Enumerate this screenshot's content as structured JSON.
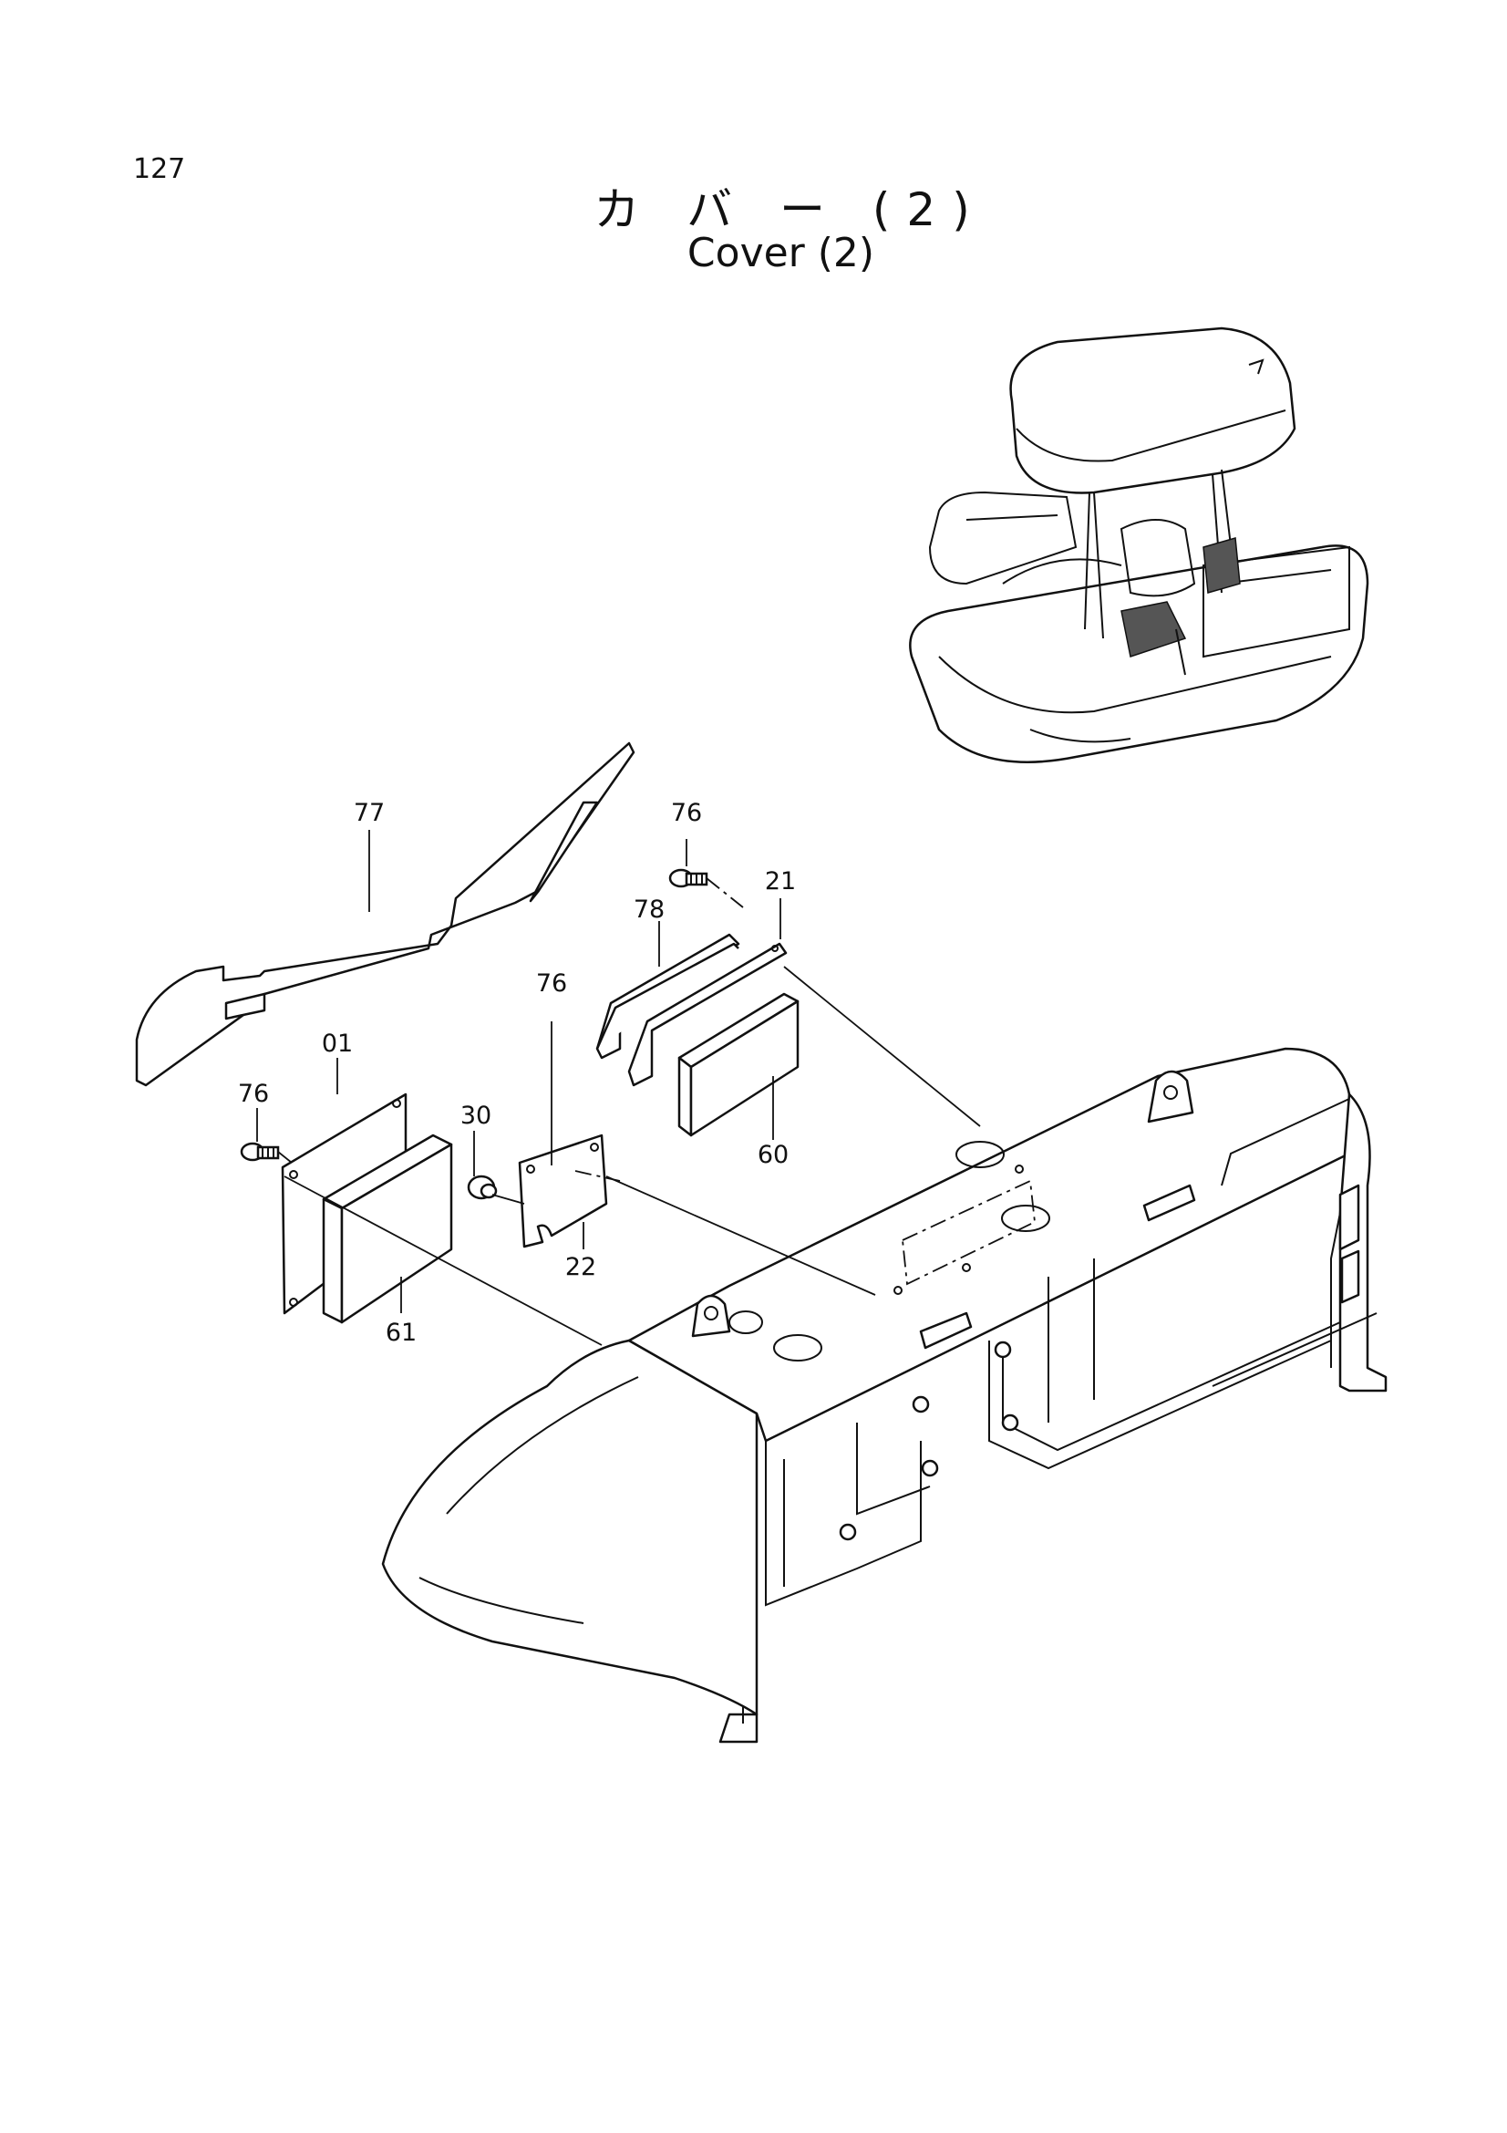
{
  "page": {
    "number": "127",
    "title_jp": "カ バ ー (2)",
    "title_en": "Cover (2)"
  },
  "callouts": {
    "p01": "01",
    "p21": "21",
    "p22": "22",
    "p30": "30",
    "p60": "60",
    "p61": "61",
    "p76a": "76",
    "p76b": "76",
    "p76c": "76",
    "p77": "77",
    "p78": "78"
  }
}
